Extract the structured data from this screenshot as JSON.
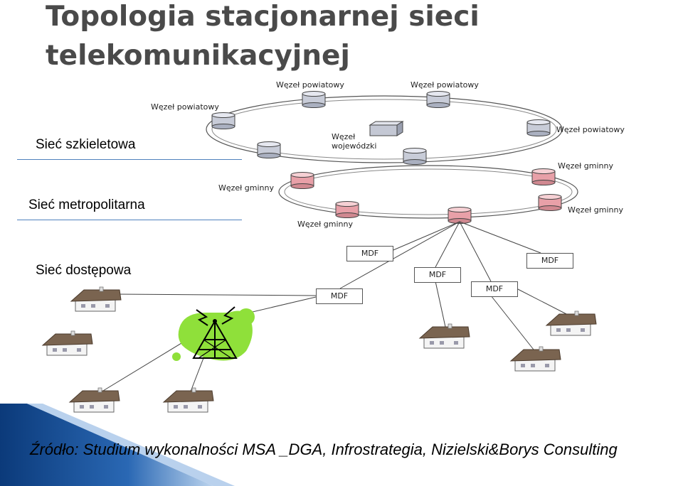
{
  "title": "Topologia stacjonarnej sieci telekomunikacyjnej",
  "layers": {
    "backbone": "Sieć szkieletowa",
    "metro": "Sieć metropolitarna",
    "access": "Sieć dostępowa"
  },
  "node_labels": {
    "powiatowy_top1": "Węzeł powiatowy",
    "powiatowy_top2": "Węzeł powiatowy",
    "powiatowy_left": "Węzeł powiatowy",
    "wojewodzki_line1": "Węzeł",
    "wojewodzki_line2": "wojewódzki",
    "powiatowy_right": "Węzeł powiatowy",
    "gminny_right_top": "Węzeł gminny",
    "gminny_left": "Węzeł gminny",
    "gminny_right": "Węzeł gminny",
    "gminny_bottom": "Węzeł gminny"
  },
  "mdf_labels": [
    "MDF",
    "MDF",
    "MDF",
    "MDF",
    "MDF"
  ],
  "source": "Źródło: Studium wykonalności MSA _DGA, Infrostrategia, Nizielski&Borys Consulting",
  "colors": {
    "rule": "#4f81bd",
    "backbone_node": "#c8ccd8",
    "metro_node": "#e8a0a8",
    "antenna_blob": "#8fe03a",
    "house_roof": "#7a6450",
    "ribbon": "#1f4e8c"
  }
}
